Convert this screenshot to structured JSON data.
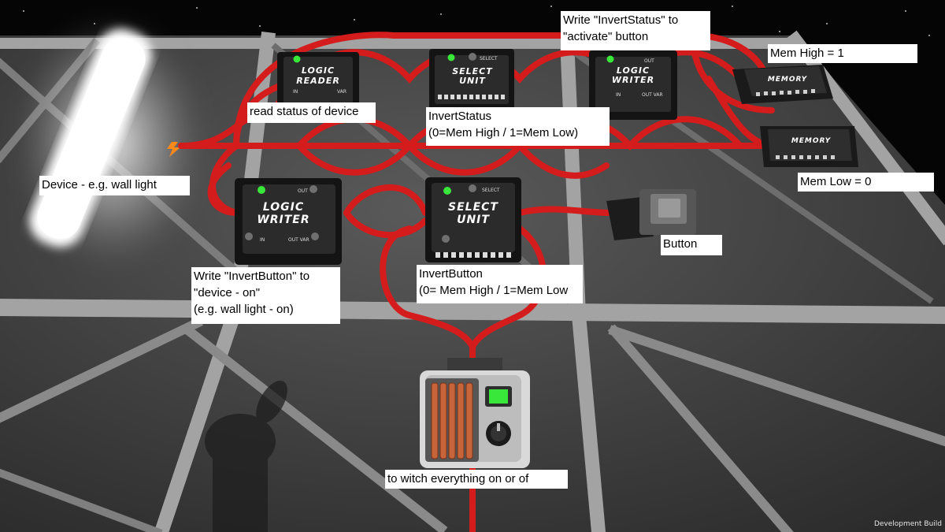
{
  "annotations": {
    "write_invert_status": "Write \"InvertStatus\" to\n\"activate\" button",
    "mem_high": "Mem High = 1",
    "read_status": "read status of device",
    "invert_status": "InvertStatus\n(0=Mem High / 1=Mem Low)",
    "device": "Device - e.g. wall light",
    "mem_low": "Mem Low = 0",
    "button": "Button",
    "write_invert_button": "Write \"InvertButton\" to\n\"device - on\"\n(e.g. wall light - on)",
    "invert_button": "InvertButton\n(0= Mem High / 1=Mem Low",
    "switch": "to witch everything on or of"
  },
  "devices": {
    "logic_reader": {
      "line1": "LOGIC",
      "line2": "READER",
      "port_in": "IN",
      "port_var": "VAR"
    },
    "select_unit_top": {
      "line1": "SELECT",
      "line2": "UNIT",
      "port_select": "SELECT"
    },
    "logic_writer_top": {
      "line1": "LOGIC",
      "line2": "WRITER",
      "port_out": "OUT",
      "port_in": "IN",
      "port_outvar": "OUT VAR"
    },
    "memory_high": {
      "label": "MEMORY"
    },
    "memory_low": {
      "label": "MEMORY"
    },
    "logic_writer_left": {
      "line1": "LOGIC",
      "line2": "WRITER",
      "port_out": "OUT",
      "port_in": "IN",
      "port_outvar": "OUT VAR"
    },
    "select_unit_center": {
      "line1": "SELECT",
      "line2": "UNIT",
      "port_select": "SELECT"
    }
  },
  "build_label": "Development Build",
  "colors": {
    "cable": "#d41c1c",
    "status_led": "#39e63a",
    "floor": "#4a4a4a",
    "frame": "#9a9a9a",
    "light": "#ffffff"
  },
  "icons": {
    "power_port": "lightning-icon",
    "switch_led": "green-indicator",
    "switch_knob": "dial-knob-icon"
  }
}
